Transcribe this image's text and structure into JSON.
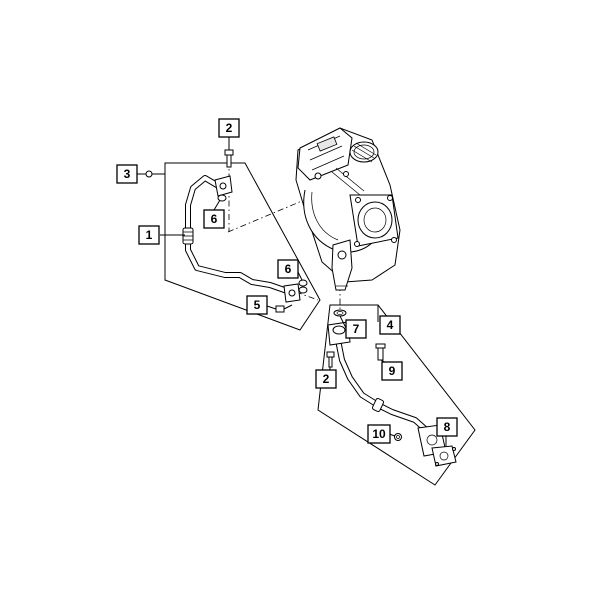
{
  "callouts": {
    "c1": "1",
    "c2a": "2",
    "c2b": "2",
    "c3": "3",
    "c4": "4",
    "c5": "5",
    "c6a": "6",
    "c6b": "6",
    "c7": "7",
    "c8": "8",
    "c9": "9",
    "c10": "10"
  }
}
